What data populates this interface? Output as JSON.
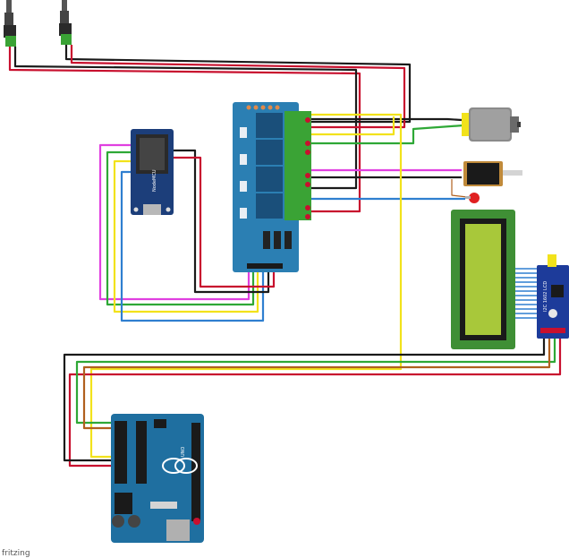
{
  "diagram": {
    "credit": "fritzing",
    "boards": {
      "nodemcu_text": "NodeMCU",
      "arduino_brand": "UNO",
      "i2c_label": "I2C 1602 LCD"
    }
  },
  "colors": {
    "background": "#ffffff",
    "wire_black": "#1a1a1a",
    "wire_red": "#c8102e",
    "wire_green": "#2ea836",
    "wire_yellow": "#f2e21b",
    "wire_magenta": "#e040e0",
    "wire_blue": "#2f7fd0",
    "wire_brown": "#b0601e",
    "relay_board": "#2b7fb3",
    "relay_block": "#1a4f7a",
    "terminal_green": "#3aa335",
    "arduino_board": "#1f6fa0",
    "nodemcu_board": "#1c3e7a",
    "lcd_frame": "#3f8f35",
    "lcd_screen": "#a8c83a",
    "i2c_board": "#1d3b9a",
    "motor_body": "#8a8a8a",
    "led_red": "#e02020"
  },
  "icons": [
    "dc-jack-icon",
    "relay-module-icon",
    "dc-motor-icon",
    "solenoid-icon",
    "led-icon",
    "lcd-icon",
    "i2c-adapter-icon",
    "nodemcu-icon",
    "arduino-uno-icon"
  ]
}
